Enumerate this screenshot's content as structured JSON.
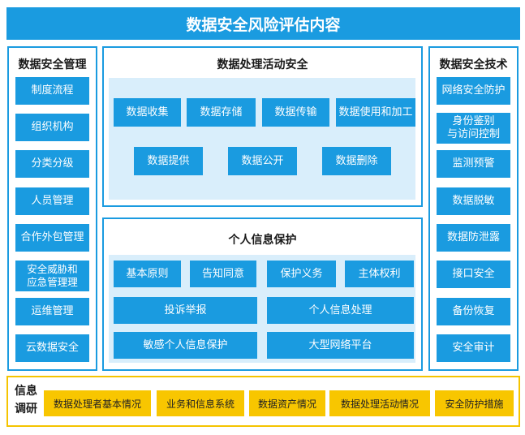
{
  "title": "数据安全风险评估内容",
  "left": {
    "title": "数据安全管理",
    "items": [
      "制度流程",
      "组织机构",
      "分类分级",
      "人员管理",
      "合作外包管理",
      "安全威胁和\n应急管理理",
      "运维管理",
      "云数据安全"
    ]
  },
  "center_top": {
    "title": "数据处理活动安全",
    "row1": [
      "数据收集",
      "数据存储",
      "数据传输",
      "数据使用和加工"
    ],
    "row2": [
      "数据提供",
      "数据公开",
      "数据删除"
    ]
  },
  "center_bottom": {
    "title": "个人信息保护",
    "row1": [
      "基本原则",
      "告知同意",
      "保护义务",
      "主体权利"
    ],
    "row2": [
      "投诉举报",
      "个人信息处理"
    ],
    "row3": [
      "敏感个人信息保护",
      "大型网络平台"
    ]
  },
  "right": {
    "title": "数据安全技术",
    "items": [
      "网络安全防护",
      "身份鉴别\n与访问控制",
      "监测预警",
      "数据脱敏",
      "数据防泄露",
      "接口安全",
      "备份恢复",
      "安全审计"
    ]
  },
  "bottom": {
    "label_line1": "信息",
    "label_line2": "调研",
    "items": [
      "数据处理者基本情况",
      "业务和信息系统",
      "数据资产情况",
      "数据处理活动情况",
      "安全防护措施"
    ]
  },
  "colors": {
    "blue": "#1a9be0",
    "light_blue": "#d9eefb",
    "yellow": "#f8c600"
  }
}
